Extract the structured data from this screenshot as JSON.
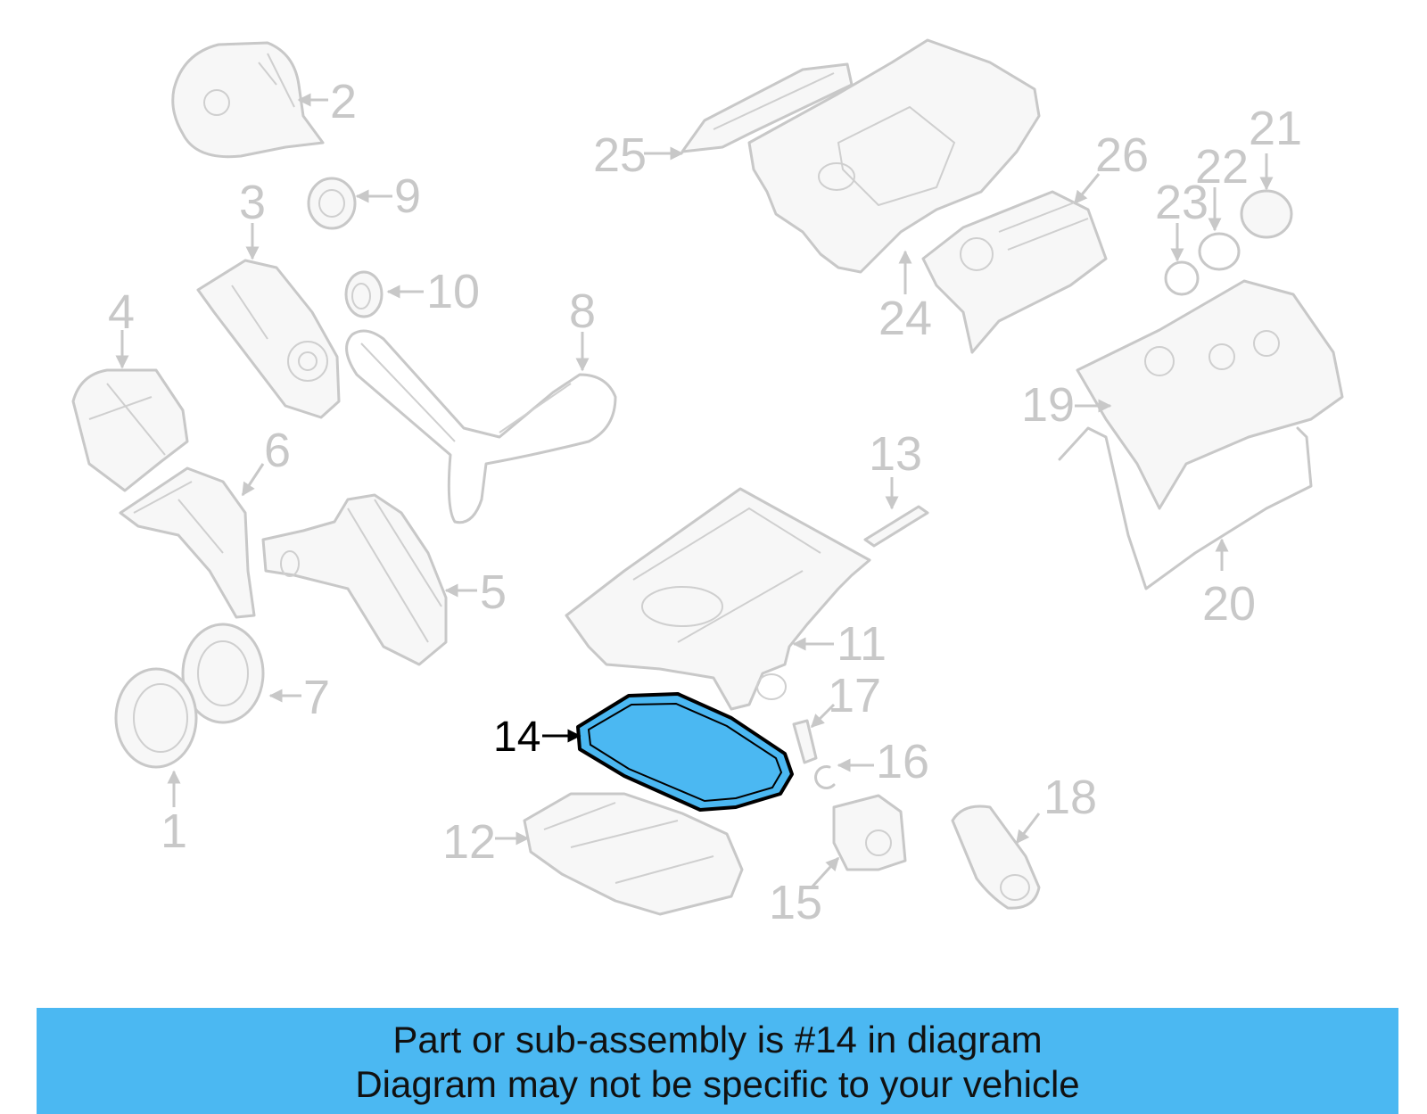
{
  "diagram": {
    "highlight_color": "#4bb8f2",
    "highlighted_part": "14",
    "callouts": [
      "1",
      "2",
      "3",
      "4",
      "5",
      "6",
      "7",
      "8",
      "9",
      "10",
      "11",
      "12",
      "13",
      "14",
      "15",
      "16",
      "17",
      "18",
      "19",
      "20",
      "21",
      "22",
      "23",
      "24",
      "25",
      "26"
    ]
  },
  "banner": {
    "line1": "Part or sub-assembly is #14 in diagram",
    "line2": "Diagram may not be specific to your vehicle"
  }
}
